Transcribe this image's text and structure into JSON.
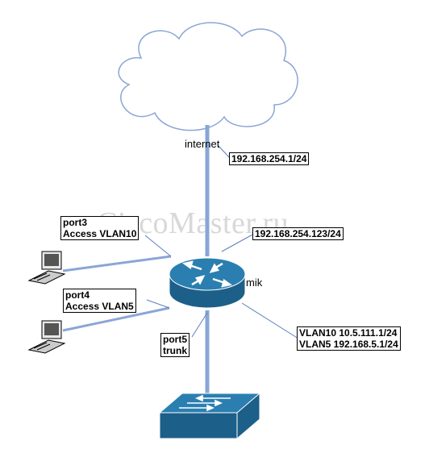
{
  "watermark": "CiscoMaster.ru",
  "cloud": {
    "label": "internet"
  },
  "router": {
    "label": "mik",
    "uplink_ip": "192.168.254.123/24"
  },
  "gateway": {
    "ip": "192.168.254.1/24"
  },
  "ports": [
    {
      "line1": "port3",
      "line2": "Access VLAN10"
    },
    {
      "line1": "port4",
      "line2": "Access VLAN5"
    },
    {
      "line1": "port5",
      "line2": "trunk"
    }
  ],
  "vlans": [
    "VLAN10 10.5.111.1/24",
    "VLAN5 192.168.5.1/24"
  ],
  "colors": {
    "link": "#8aa6d6",
    "device_top": "#2b7fb0",
    "device_side": "#1c5f89",
    "leader": "#5a7fbf"
  }
}
